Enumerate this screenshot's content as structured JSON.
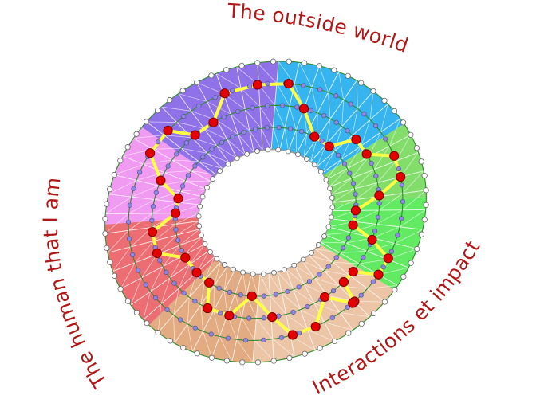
{
  "labels": {
    "outside_world": "The outside world",
    "human": "The human that I am",
    "interactions": "Interactions et impact"
  },
  "sectors": [
    {
      "name": "blue",
      "color": "#35b4ef"
    },
    {
      "name": "light-green",
      "color": "#82dd6a"
    },
    {
      "name": "green",
      "color": "#63ea63"
    },
    {
      "name": "peach",
      "color": "#ecc4a6"
    },
    {
      "name": "tan",
      "color": "#e2ab82"
    },
    {
      "name": "red",
      "color": "#ec6e72"
    },
    {
      "name": "pink",
      "color": "#f19af1"
    },
    {
      "name": "purple",
      "color": "#8f72e8"
    }
  ],
  "colors": {
    "path": "#ffff44",
    "path_node": "#e50000",
    "inner_node": "#8f86e0",
    "rim_node": "#ffffff",
    "ring_line": "#2e8b2e",
    "label": "#b01818"
  }
}
